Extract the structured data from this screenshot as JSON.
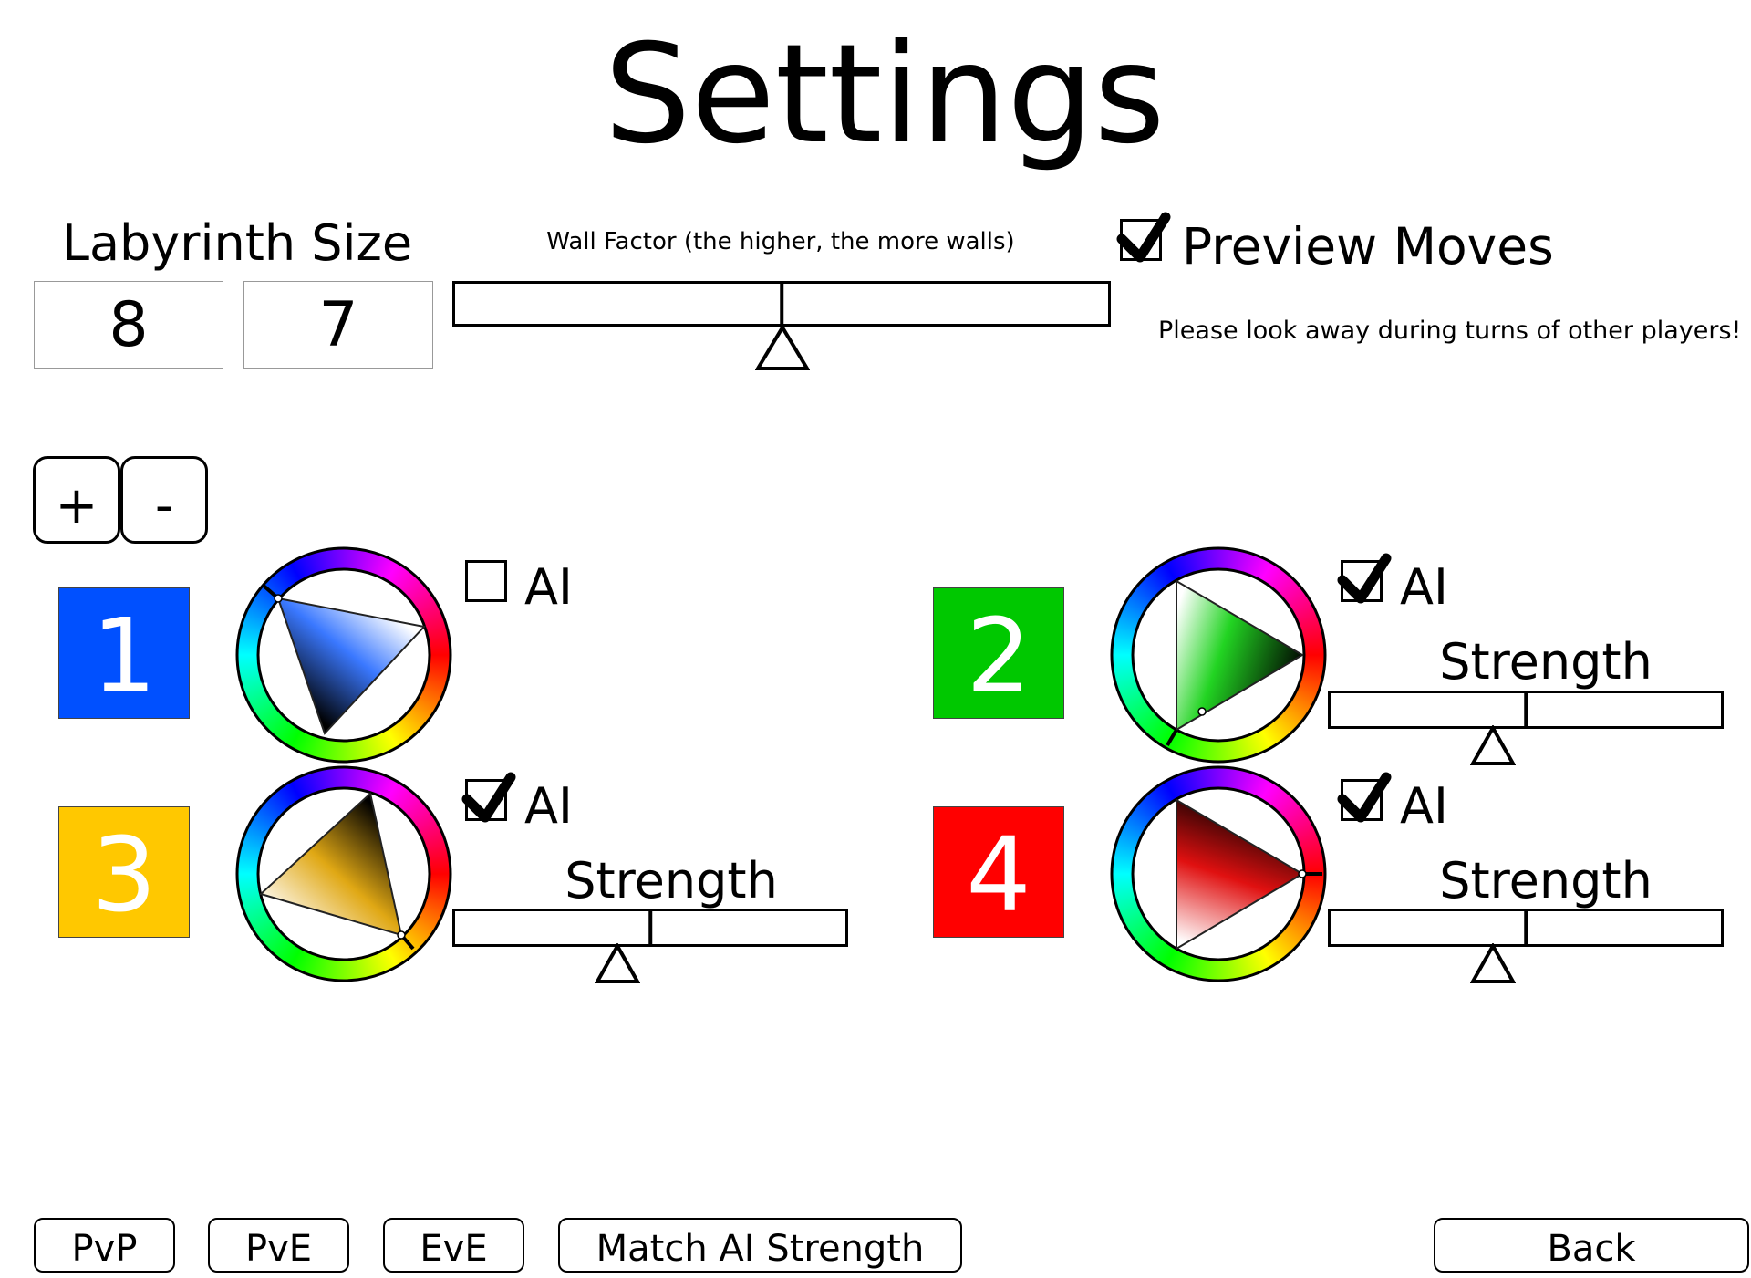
{
  "title": "Settings",
  "labyrinth": {
    "label": "Labyrinth Size",
    "width": "8",
    "height": "7"
  },
  "wall_factor": {
    "label": "Wall Factor (the higher, the more walls)",
    "level": 0.5
  },
  "preview_moves": {
    "label": "Preview Moves",
    "checked": true,
    "note": "Please look away during turns of other players!"
  },
  "player_controls": {
    "add_label": "+",
    "remove_label": "-"
  },
  "players": [
    {
      "number": "1",
      "color": "#0050ff",
      "ai_label": "AI",
      "ai_checked": false
    },
    {
      "number": "2",
      "color": "#00c800",
      "ai_label": "AI",
      "ai_checked": true,
      "strength_label": "Strength",
      "strength_level": 0.5
    },
    {
      "number": "3",
      "color": "#ffc800",
      "ai_label": "AI",
      "ai_checked": true,
      "strength_label": "Strength",
      "strength_level": 0.5
    },
    {
      "number": "4",
      "color": "#ff0000",
      "ai_label": "AI",
      "ai_checked": true,
      "strength_label": "Strength",
      "strength_level": 0.5
    }
  ],
  "buttons": {
    "pvp": "PvP",
    "pve": "PvE",
    "eve": "EvE",
    "match_ai": "Match AI Strength",
    "back": "Back"
  }
}
